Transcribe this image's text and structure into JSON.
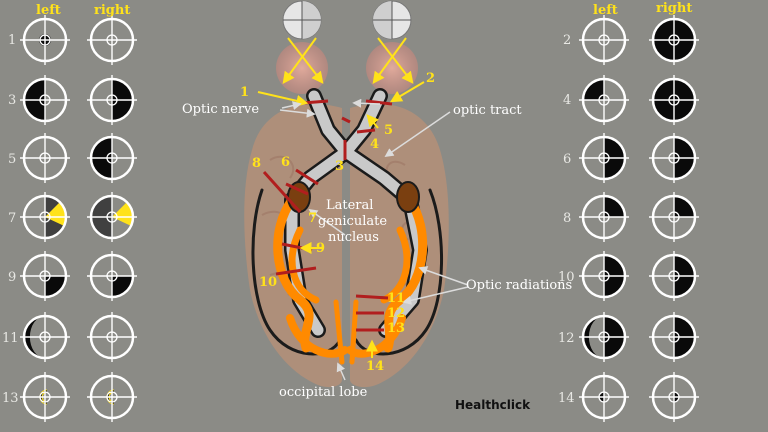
{
  "headers": {
    "left_col_left": "left",
    "left_col_right": "right",
    "right_col_left": "left",
    "right_col_right": "right"
  },
  "left_panel_rows": [
    {
      "num": "1",
      "left": "center-dot",
      "right": "clear"
    },
    {
      "num": "3",
      "left": "left-half",
      "right": "right-half"
    },
    {
      "num": "5",
      "left": "clear",
      "right": "left-half"
    },
    {
      "num": "7",
      "left": "right-upper-wedge",
      "right": "left-upper-wedge"
    },
    {
      "num": "9",
      "left": "lower-right-quadrant",
      "right": "lower-right-quadrant"
    },
    {
      "num": "11",
      "left": "left-crescent",
      "right": "clear"
    },
    {
      "num": "13",
      "left": "macular-sparing-crescent",
      "right": "macular-sparing-crescent"
    }
  ],
  "right_panel_rows": [
    {
      "num": "2",
      "left": "clear",
      "right": "full"
    },
    {
      "num": "4",
      "left": "upper-left-quadrant",
      "right": "full"
    },
    {
      "num": "6",
      "left": "right-half",
      "right": "right-half"
    },
    {
      "num": "8",
      "left": "upper-right-quadrant",
      "right": "upper-right-quadrant"
    },
    {
      "num": "10",
      "left": "right-half",
      "right": "right-half"
    },
    {
      "num": "12",
      "left": "left-crescent-plus-right-half",
      "right": "right-half"
    },
    {
      "num": "14",
      "left": "center-left-dot",
      "right": "center-right-dot"
    }
  ],
  "lesion_labels": [
    "1",
    "2",
    "3",
    "4",
    "5",
    "6",
    "7",
    "8",
    "9",
    "10",
    "11",
    "12",
    "13",
    "14"
  ],
  "anatomy_labels": {
    "optic_nerve": "Optic nerve",
    "optic_tract": "optic tract",
    "lgn": [
      "Lateral",
      "geniculate",
      "nucleus"
    ],
    "optic_radiations": "Optic radiations",
    "occipital_lobe": "occipital lobe"
  },
  "brand": "Healthclick",
  "colors": {
    "background": "#8b8b86",
    "label_yellow": "#ffe21a",
    "radiation_orange": "#ff8a00",
    "lgn_brown": "#7a3f10",
    "lesion_red": "#b11e1e",
    "brain": "#b48f78"
  }
}
